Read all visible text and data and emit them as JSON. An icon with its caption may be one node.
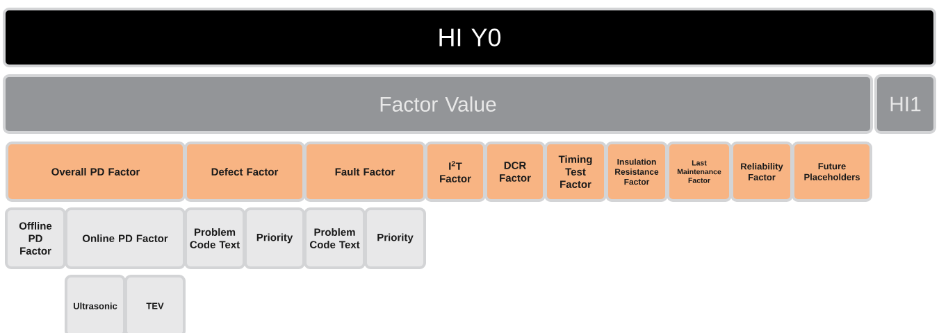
{
  "diagram": {
    "nodes": [
      {
        "text": [
          "HI Y0"
        ]
      },
      {
        "text": [
          "Factor Value"
        ]
      },
      {
        "text": [
          "HI1"
        ]
      },
      {
        "text": [
          "Overall PD Factor"
        ]
      },
      {
        "text": [
          "Defect Factor"
        ]
      },
      {
        "text": [
          "Fault Factor"
        ]
      },
      {
        "text": [
          "I$^{2}$T Factor"
        ]
      },
      {
        "text": [
          "DCR Factor"
        ]
      },
      {
        "text": [
          "Timing Test Factor"
        ]
      },
      {
        "text": [
          "Insulation Resistance Factor"
        ]
      },
      {
        "text": [
          "Last Maintenance Factor"
        ]
      },
      {
        "text": [
          "Reliability Factor"
        ]
      },
      {
        "text": [
          "Future Placeholders"
        ]
      },
      {
        "text": [
          "Offline PD Factor"
        ]
      },
      {
        "text": [
          "Online PD Factor"
        ]
      },
      {
        "text": [
          "Problem Code Text"
        ]
      },
      {
        "text": [
          "Priority"
        ]
      },
      {
        "text": [
          "Problem Code Text"
        ]
      },
      {
        "text": [
          "Priority"
        ]
      },
      {
        "text": [
          "Ultrasonic"
        ]
      },
      {
        "text": [
          "TEV"
        ]
      }
    ]
  }
}
